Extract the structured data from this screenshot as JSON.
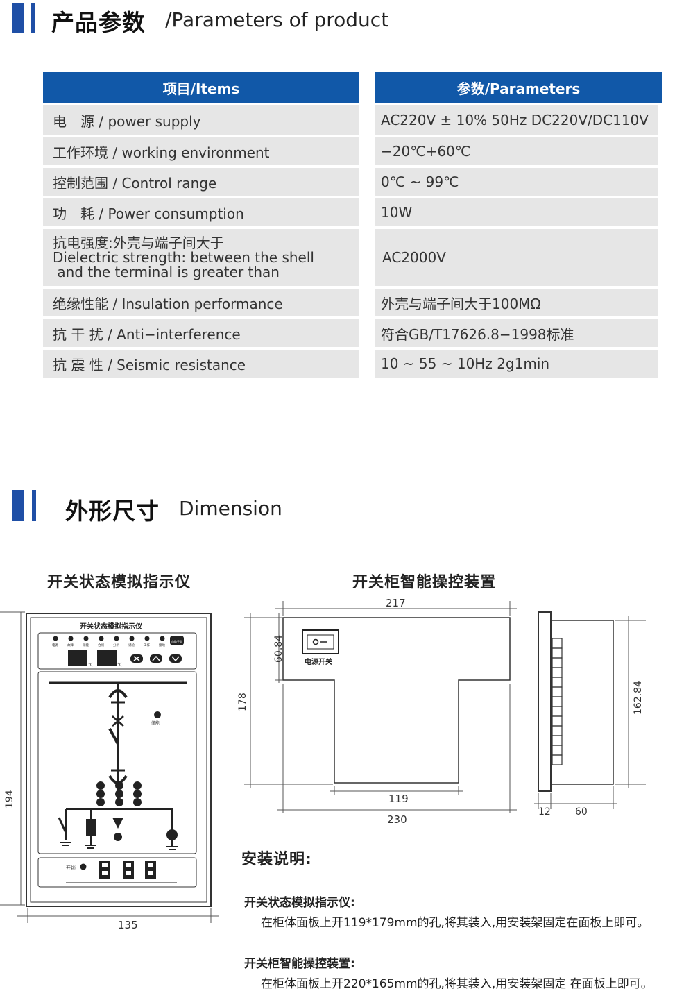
{
  "section1": {
    "title_cn": "产品参数",
    "title_en": "/Parameters of product"
  },
  "table": {
    "headers": [
      "项目/Items",
      "参数/Parameters"
    ],
    "rows": [
      {
        "item": [
          "电　源 / power supply"
        ],
        "param": "AC220V ± 10% 50Hz  DC220V/DC110V"
      },
      {
        "item": [
          "工作环境 / working environment"
        ],
        "param": "−20℃+60℃"
      },
      {
        "item": [
          "控制范围 / Control range"
        ],
        "param": "0℃ ~ 99℃"
      },
      {
        "item": [
          "功　耗 / Power consumption"
        ],
        "param": "10W"
      },
      {
        "item": [
          "抗电强度:外壳与端子间大于",
          "Dielectric strength: between the shell",
          " and the terminal is greater than"
        ],
        "param": "AC2000V"
      },
      {
        "item": [
          "绝缘性能 / Insulation performance"
        ],
        "param": "外壳与端子间大于100MΩ"
      },
      {
        "item": [
          "抗 干 扰 / Anti−interference"
        ],
        "param": "符合GB/T17626.8−1998标准"
      },
      {
        "item": [
          "抗 震 性 / Seismic resistance"
        ],
        "param": "10 ~ 55 ~ 10Hz   2g1min"
      }
    ]
  },
  "section2": {
    "title_cn": "外形尺寸",
    "title_en": "Dimension"
  },
  "left_device": {
    "caption": "开关状态模拟指示仪",
    "panel_title": "开关状态模拟指示仪",
    "led_labels": [
      "电源",
      "故障",
      "储能",
      "合闸",
      "分闸",
      "试验",
      "工作",
      "接地"
    ],
    "mode_label": "自动手动",
    "temp_unit": "℃",
    "store_label": "储能",
    "switch_label": "开锁",
    "dim_width": "135",
    "dim_height": "194"
  },
  "right_device": {
    "caption": "开关柜智能操控装置",
    "power_switch_label": "电源开关",
    "dim_top": "217",
    "dim_upper": "60.84",
    "dim_total_h": "178",
    "dim_neck": "119",
    "dim_base": "230",
    "side_h": "162.84",
    "side_a": "12",
    "side_b": "60"
  },
  "install": {
    "title": "安装说明:",
    "items": [
      {
        "heading": "开关状态模拟指示仪:",
        "text": "在柜体面板上开119*179mm的孔,将其装入,用安装架固定在面板上即可。"
      },
      {
        "heading": "开关柜智能操控装置:",
        "text": "在柜体面板上开220*165mm的孔,将其装入,用安装架固定 在面板上即可。"
      }
    ]
  },
  "colors": {
    "accent": "#1f4fa6",
    "header": "#1158a8",
    "cell": "#e6e6e6"
  }
}
